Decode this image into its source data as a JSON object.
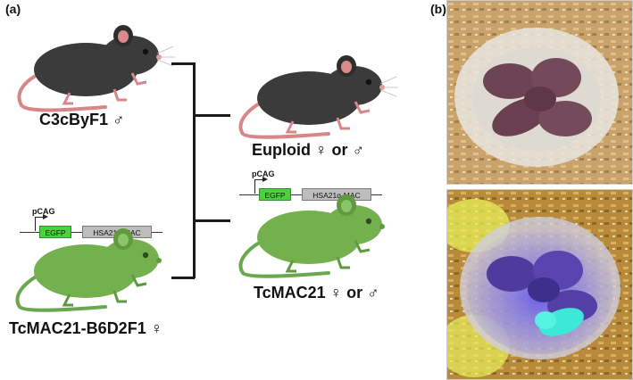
{
  "panels": {
    "a": "(a)",
    "b": "(b)"
  },
  "parents": {
    "male": "C3cByF1 ♂",
    "female": "TcMAC21-B6D2F1 ♀"
  },
  "offspring": {
    "euploid": "Euploid ♀ or ♂",
    "tcmac21": "TcMAC21 ♀ or ♂"
  },
  "construct": {
    "promoter": "pCAG",
    "reporter": "EGFP",
    "chromosome": "HSA21q-MAC"
  },
  "colors": {
    "black_mouse": "#3a3a3a",
    "green_mouse": "#6aa84f",
    "egfp_box": "#4bd33e",
    "mac_box": "#bdbdbd",
    "fluorescent_pup": "#3ee8d8"
  }
}
